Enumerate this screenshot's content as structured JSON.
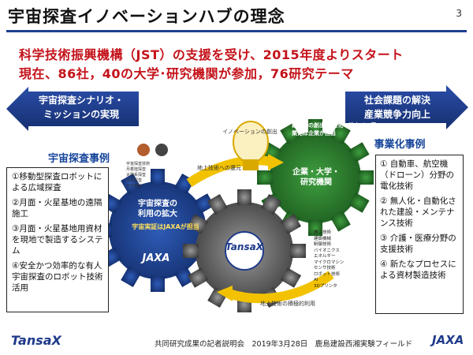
{
  "header": {
    "title": "宇宙探査イノベーションハブの理念",
    "page_number": "3"
  },
  "lead": {
    "line1": "科学技術振興機構（JST）の支援を受け、2015年度よりスタート",
    "line2": "現在、86社，40の大学･研究機関が参加，76研究テーマ"
  },
  "left_arrow": {
    "line1": "宇宙探査シナリオ・",
    "line2": "ミッションの実現"
  },
  "right_arrow": {
    "line1": "社会課題の解決",
    "line2": "産業競争力向上"
  },
  "left_cases": {
    "title": "宇宙探査事例",
    "items": [
      "①移動型探査ロボットによる広域探査",
      "②月面・火星基地の遠隔施工",
      "③月面・火星基地用資材を現地で製造するシステム",
      "④安全かつ効率的な有人宇宙探査のロボット技術活用"
    ]
  },
  "right_cases": {
    "title": "事業化事例",
    "items": [
      "① 自動車、航空機（ドローン）分野の電化技術",
      "② 無人化・自動化された建設・メンテナンス技術",
      "③ 介護・医療分野の支援技術",
      "④ 新たなプロセスによる資材製造技術"
    ]
  },
  "diagram": {
    "jaxa_gear_line1": "宇宙探査の",
    "jaxa_gear_line2": "利用の拡大",
    "jaxa_gear_caption": "宇宙実証はJAXAが担当",
    "jaxa_logo": "JAXA",
    "center_logo": "TansaX",
    "green_gear_line1": "企業・大学・",
    "green_gear_line2": "研究機関",
    "green_top_left": "新産業の創出",
    "green_top_right": "事業化・地上での事業化は企業が担当",
    "innovation_label": "イノベーションの創出",
    "flow_top": "地上技術への還元",
    "flow_bottom": "地上技術の積極的利用",
    "planet_labels": [
      "宇宙探査技術",
      "月着陸探査",
      "太陽系探査",
      "火星探査",
      "天然基地"
    ],
    "tech_list": [
      "施工技術",
      "建設機械",
      "制御技術",
      "バイオニクス",
      "エネルギー",
      "マイクロマシン",
      "センサ技術",
      "ロボット技術",
      "AI",
      "3Dプリンタ"
    ]
  },
  "footer": {
    "logo": "TansaX",
    "text": "共同研究成果の記者説明会　2019年3月28日　鹿島建設西湘実験フィールド",
    "jaxa": "JAXA"
  },
  "colors": {
    "title_rule": "#1f3f8f",
    "lead_red": "#c4121a",
    "arrow_blue": "#1e3a8a",
    "case_title_blue": "#15449a",
    "jaxa_gear": "#1d3f8f",
    "green_gear": "#2e7d2e",
    "center_gear": "#6c6c6c"
  }
}
